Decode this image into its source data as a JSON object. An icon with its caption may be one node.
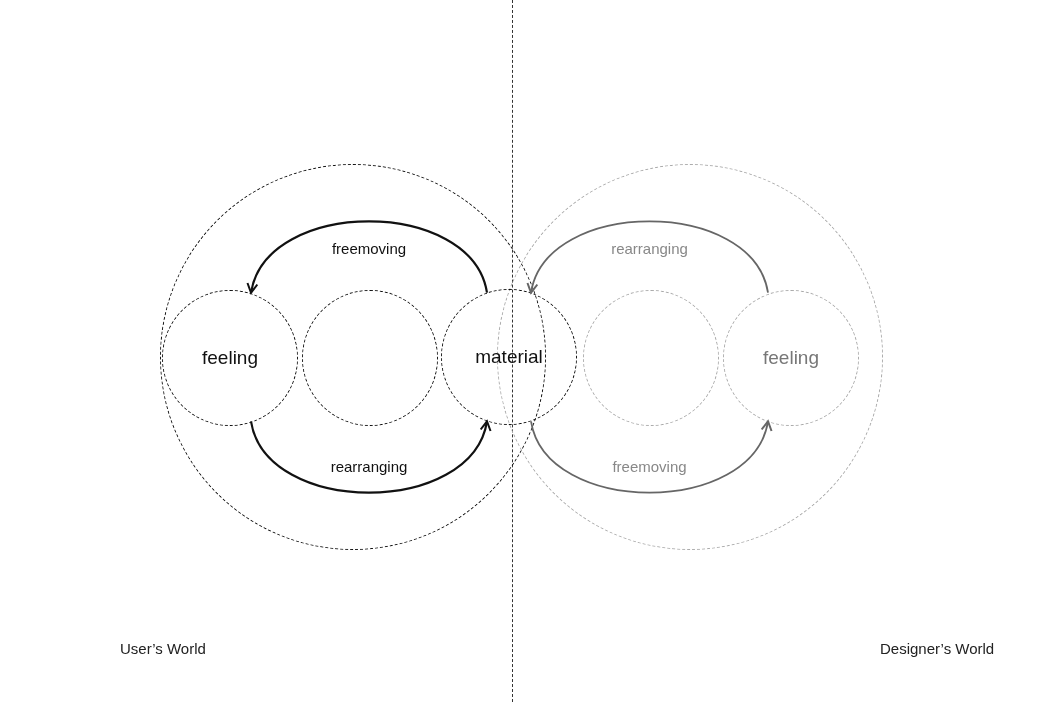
{
  "diagram": {
    "nodes": [
      {
        "text": [],
        "shape": "circle"
      },
      {
        "text": [],
        "shape": "circle"
      },
      {
        "text": [
          "feeling"
        ],
        "in": 0
      },
      {
        "text": [],
        "shape": "circle",
        "in": 0
      },
      {
        "text": [
          "material"
        ]
      },
      {
        "text": [],
        "shape": "circle",
        "in": 1
      },
      {
        "text": [
          "feeling"
        ],
        "in": 1
      }
    ],
    "edges": [
      {
        "from": 4,
        "to": 2,
        "arrow": "to",
        "label": "freemoving"
      },
      {
        "from": 2,
        "to": 4,
        "arrow": "to",
        "label": "rearranging"
      },
      {
        "from": 6,
        "to": 4,
        "arrow": "to",
        "label": "rearranging",
        "color": "#666666"
      },
      {
        "from": 4,
        "to": 6,
        "arrow": "to",
        "label": "freemoving",
        "color": "#666666"
      }
    ],
    "labels": [
      "User’s World",
      "Designer’s World"
    ]
  }
}
